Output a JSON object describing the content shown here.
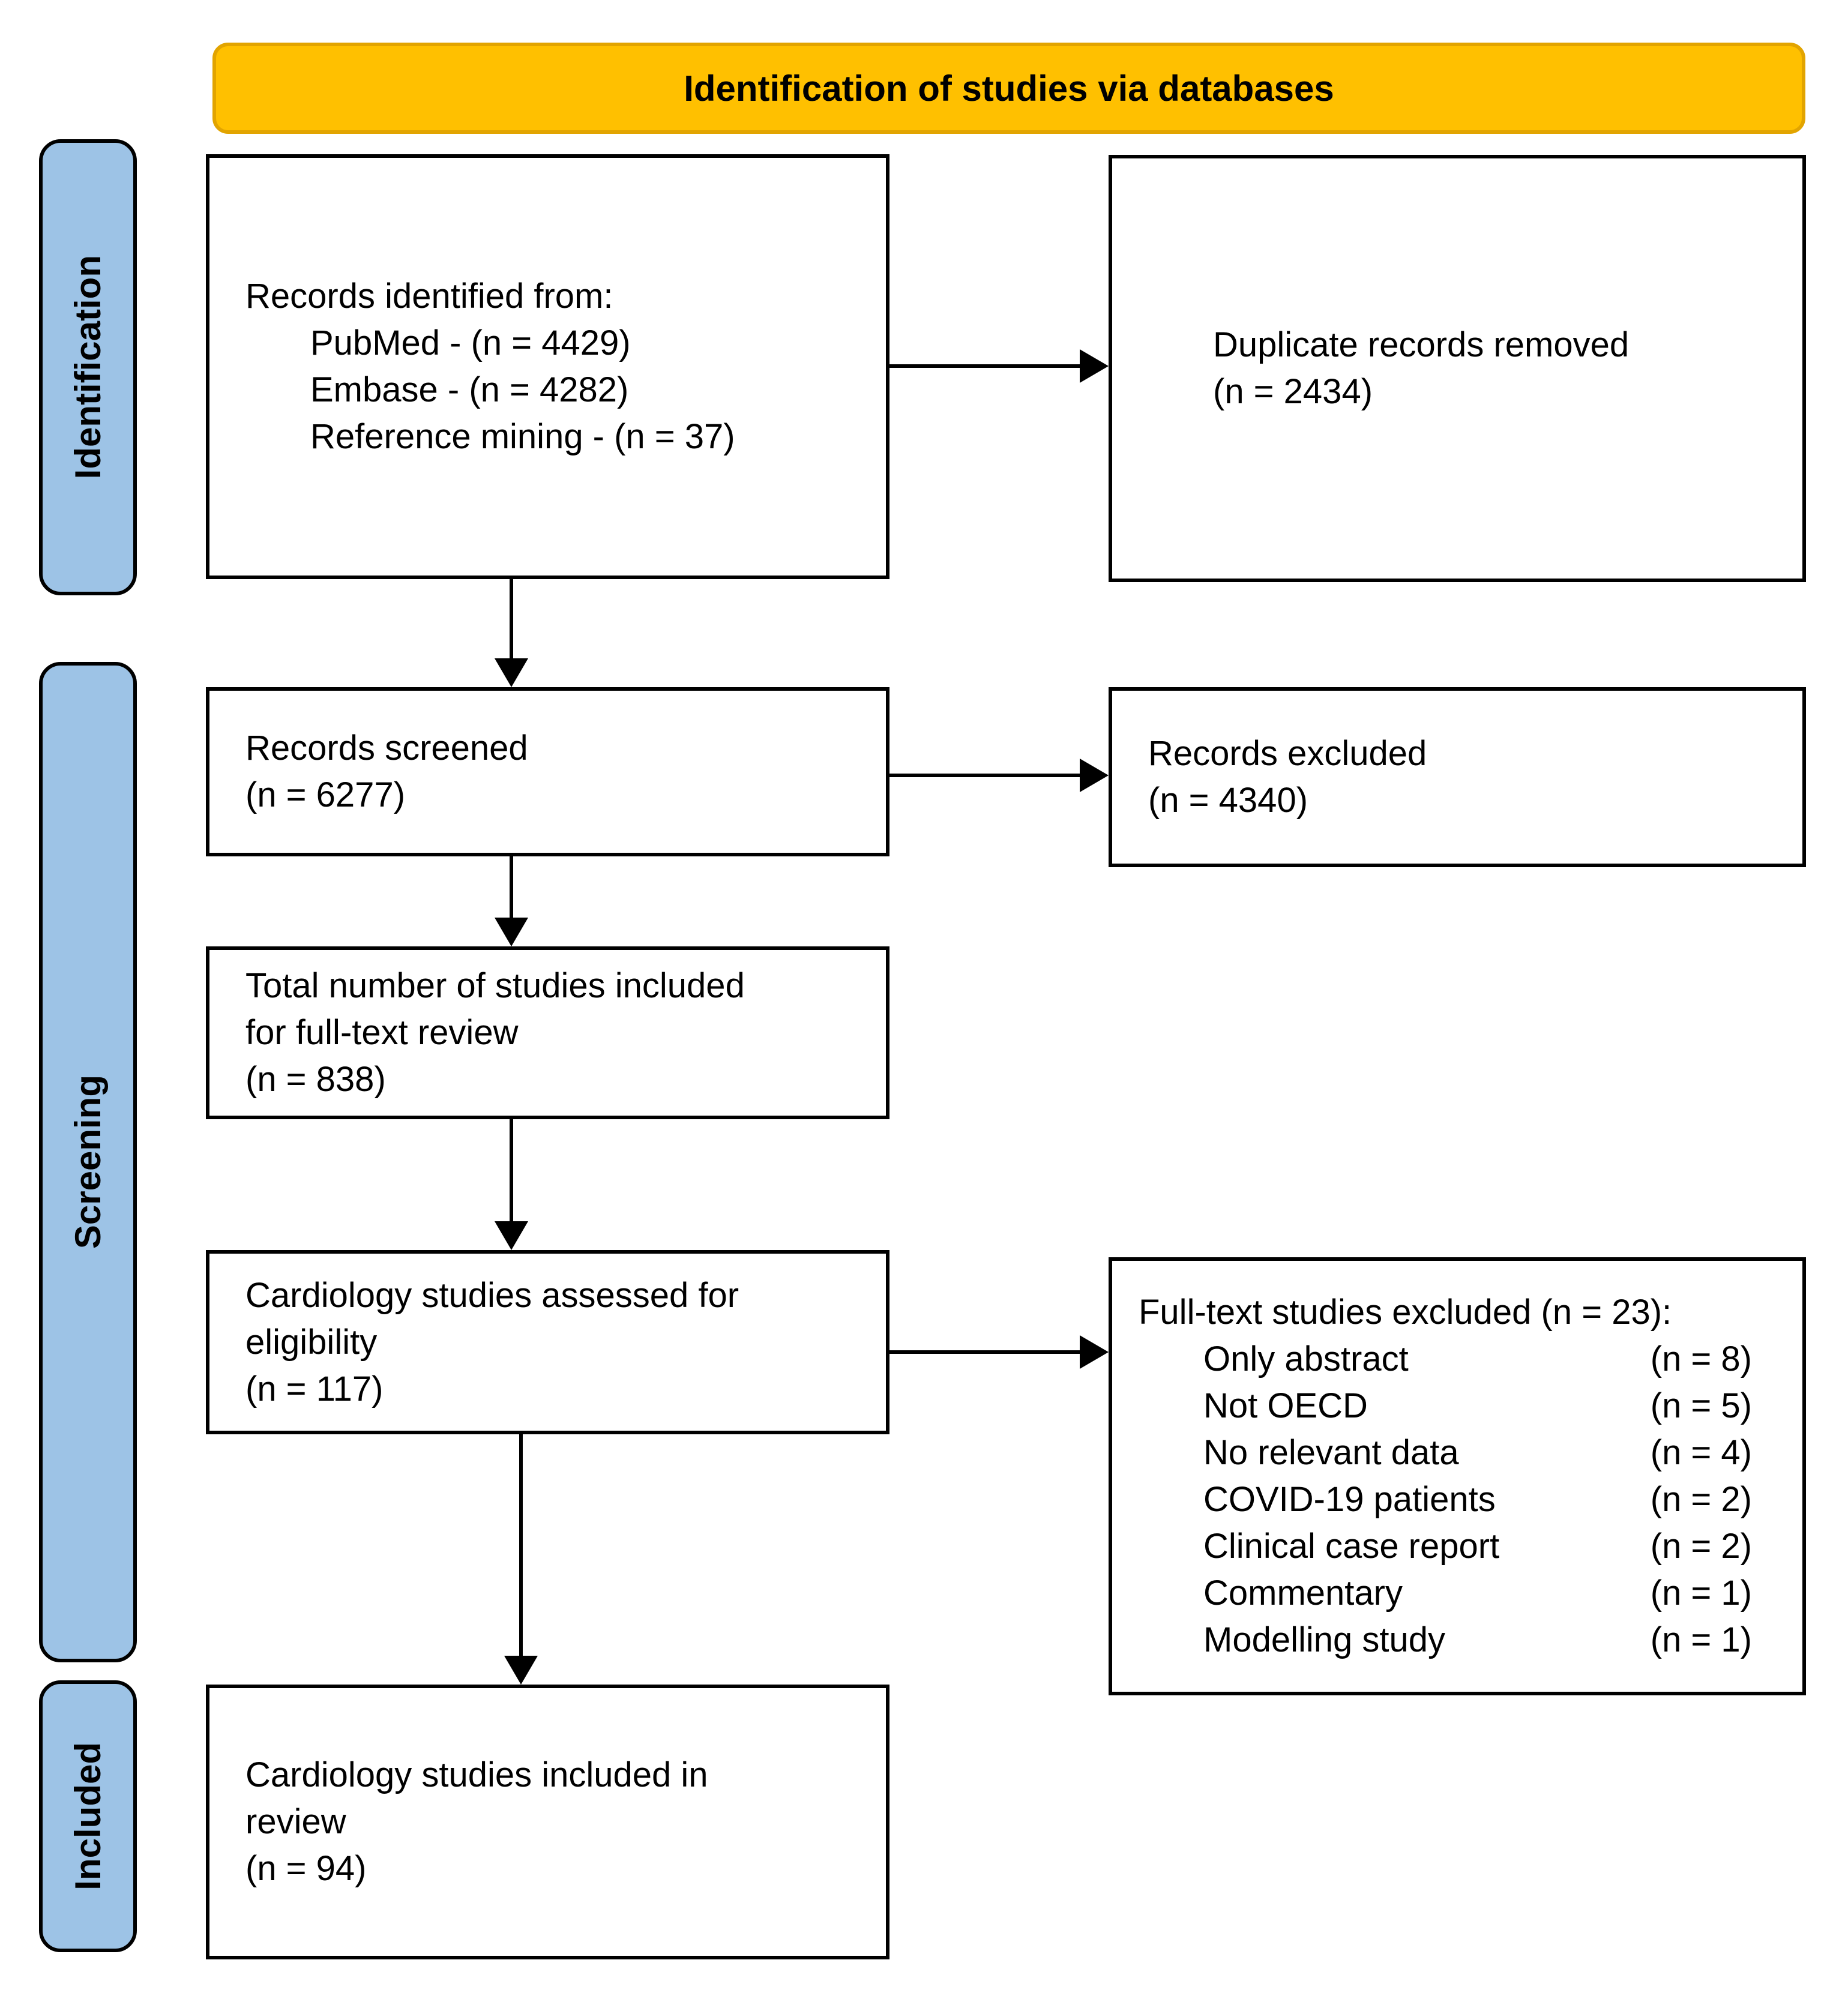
{
  "diagram": {
    "banner": {
      "title": "Identification of studies via databases"
    },
    "stages": [
      {
        "label": "Identification"
      },
      {
        "label": "Screening"
      },
      {
        "label": "Included"
      }
    ],
    "boxes": {
      "records_identified": {
        "title": "Records identified from:",
        "sources": [
          "PubMed - (n = 4429)",
          "Embase - (n = 4282)",
          "Reference mining - (n = 37)"
        ]
      },
      "duplicates_removed": {
        "line1": "Duplicate records removed",
        "line2": "(n = 2434)"
      },
      "records_screened": {
        "line1": "Records screened",
        "line2": "(n = 6277)"
      },
      "records_excluded": {
        "line1": "Records excluded",
        "line2": "(n = 4340)"
      },
      "full_text_review": {
        "line1": "Total number of studies included",
        "line2": "for full-text review",
        "line3": "(n = 838)"
      },
      "assessed_eligibility": {
        "line1": "Cardiology studies assessed for",
        "line2": "eligibility",
        "line3": "(n = 117)"
      },
      "full_text_excluded": {
        "title": "Full-text studies excluded (n = 23):",
        "reasons": [
          {
            "label": "Only abstract",
            "count": "(n = 8)"
          },
          {
            "label": "Not OECD",
            "count": "(n = 5)"
          },
          {
            "label": "No relevant data",
            "count": "(n = 4)"
          },
          {
            "label": "COVID-19 patients",
            "count": "(n = 2)"
          },
          {
            "label": "Clinical case report",
            "count": "(n = 2)"
          },
          {
            "label": "Commentary",
            "count": "(n = 1)"
          },
          {
            "label": "Modelling study",
            "count": "(n = 1)"
          }
        ]
      },
      "included_review": {
        "line1": "Cardiology studies included in",
        "line2": "review",
        "line3": "(n = 94)"
      }
    },
    "colors": {
      "banner_bg": "#FFC000",
      "banner_border": "#E2A400",
      "stage_bg": "#9DC3E6",
      "line": "#000000"
    }
  }
}
